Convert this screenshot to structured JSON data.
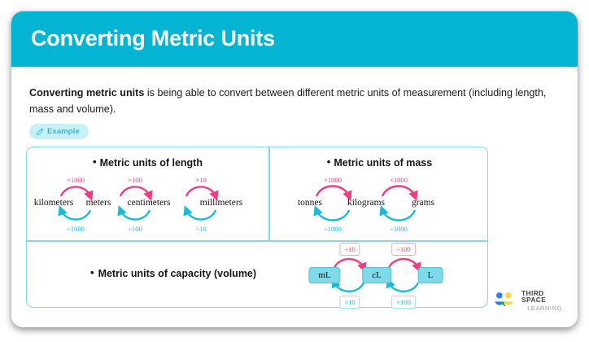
{
  "header": {
    "title": "Converting Metric Units",
    "bg_color": "#03b5d3"
  },
  "intro": {
    "bold_lead": "Converting metric units",
    "rest": " is being able to convert between different metric units of measurement (including length, mass and volume)."
  },
  "example_badge": {
    "label": "Example",
    "icon": "pencil-icon",
    "bg_color": "#c7f0f8",
    "text_color": "#28c0dd"
  },
  "colors": {
    "accent_cyan": "#03b5d3",
    "border_cyan": "#7fd9e8",
    "arrow_pink": "#ef3d84",
    "arrow_cyan": "#18bcd4",
    "chip_fill": "#7ed9e8"
  },
  "panels": {
    "length": {
      "heading": "Metric units of length",
      "bullet": "•",
      "units": [
        "kilometers",
        "meters",
        "centimeters",
        "millimeters"
      ],
      "multiply": [
        "×1000",
        "×100",
        "×10"
      ],
      "divide": [
        "÷1000",
        "÷100",
        "÷10"
      ]
    },
    "mass": {
      "heading": "Metric units of mass",
      "bullet": "•",
      "units": [
        "tonnes",
        "kilograms",
        "grams"
      ],
      "multiply": [
        "×1000",
        "×1000"
      ],
      "divide": [
        "÷1000",
        "÷1000"
      ]
    },
    "capacity": {
      "heading": "Metric units of capacity (volume)",
      "bullet": "•",
      "units": [
        "mL",
        "cL",
        "L"
      ],
      "top_labels": [
        "÷10",
        "÷100"
      ],
      "bottom_labels": [
        "×10",
        "×100"
      ]
    }
  },
  "logo": {
    "line1": "THIRD SPACE",
    "line2": "LEARNING",
    "mark": "three-figures-icon"
  }
}
